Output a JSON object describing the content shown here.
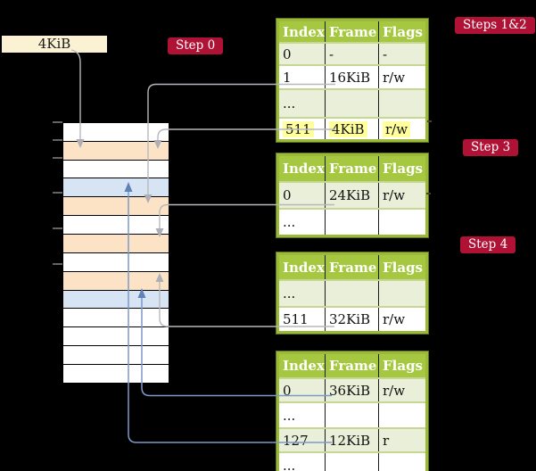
{
  "frame_label": {
    "text": "4KiB"
  },
  "badges": {
    "step0": {
      "label": "Step 0"
    },
    "steps12": {
      "label": "Steps 1&2"
    },
    "step3": {
      "label": "Step 3"
    },
    "step4": {
      "label": "Step 4"
    }
  },
  "colors": {
    "table_header_green": "#a6c840",
    "table_border_green": "#9db93a",
    "table_shaded_row": "#e9efd9",
    "highlight_yellow": "#ffff9c",
    "memory_pagetable_orange": "#fce3c6",
    "memory_datapage_blue": "#d7e4f4",
    "badge_red": "#b01236",
    "arrow_gray": "#b7b8bd",
    "arrow_blue": "#7d99c8",
    "label_box_cream": "#fbf2d4"
  },
  "memory": {
    "rows": [
      {
        "kind": "ram"
      },
      {
        "kind": "pagetable"
      },
      {
        "kind": "ram"
      },
      {
        "kind": "datapage"
      },
      {
        "kind": "pagetable"
      },
      {
        "kind": "ram"
      },
      {
        "kind": "pagetable"
      },
      {
        "kind": "ram"
      },
      {
        "kind": "pagetable"
      },
      {
        "kind": "datapage"
      },
      {
        "kind": "ram"
      },
      {
        "kind": "ram"
      },
      {
        "kind": "ram"
      },
      {
        "kind": "ram"
      }
    ]
  },
  "tables": [
    {
      "id": "steps12",
      "columns": [
        "Index",
        "Frame",
        "Flags"
      ],
      "rows": [
        {
          "cells": [
            "0",
            "-",
            "-"
          ],
          "highlight": false
        },
        {
          "cells": [
            "1",
            "16KiB",
            "r/w"
          ],
          "highlight": false
        },
        {
          "cells": [
            "...",
            "",
            ""
          ],
          "highlight": false
        },
        {
          "cells": [
            "511",
            "4KiB",
            "r/w"
          ],
          "highlight": true
        }
      ]
    },
    {
      "id": "step3",
      "columns": [
        "Index",
        "Frame",
        "Flags"
      ],
      "rows": [
        {
          "cells": [
            "0",
            "24KiB",
            "r/w"
          ],
          "highlight": false
        },
        {
          "cells": [
            "...",
            "",
            ""
          ],
          "highlight": false
        }
      ]
    },
    {
      "id": "step4",
      "columns": [
        "Index",
        "Frame",
        "Flags"
      ],
      "rows": [
        {
          "cells": [
            "...",
            "",
            ""
          ],
          "highlight": false
        },
        {
          "cells": [
            "511",
            "32KiB",
            "r/w"
          ],
          "highlight": false
        }
      ]
    },
    {
      "id": "final",
      "columns": [
        "Index",
        "Frame",
        "Flags"
      ],
      "rows": [
        {
          "cells": [
            "0",
            "36KiB",
            "r/w"
          ],
          "highlight": false
        },
        {
          "cells": [
            "...",
            "",
            ""
          ],
          "highlight": false
        },
        {
          "cells": [
            "127",
            "12KiB",
            "r"
          ],
          "highlight": false
        },
        {
          "cells": [
            "...",
            "",
            ""
          ],
          "highlight": false
        }
      ]
    }
  ],
  "connections": [
    {
      "from": "label-4kib",
      "to": "memory-row-2",
      "color": "gray",
      "direction": "down"
    },
    {
      "from": "table-steps12-row-1",
      "to": "memory-row-5",
      "color": "gray",
      "direction": "down"
    },
    {
      "from": "table-steps12-row-511",
      "to": "memory-row-2",
      "color": "gray",
      "direction": "down"
    },
    {
      "from": "table-step3-row-0",
      "to": "memory-row-7",
      "color": "gray",
      "direction": "down"
    },
    {
      "from": "table-step4-row-511",
      "to": "memory-row-9",
      "color": "gray",
      "direction": "up"
    },
    {
      "from": "table-final-row-0",
      "to": "memory-row-10",
      "color": "blue",
      "direction": "up"
    },
    {
      "from": "table-final-row-127",
      "to": "memory-row-4",
      "color": "blue",
      "direction": "up"
    }
  ]
}
